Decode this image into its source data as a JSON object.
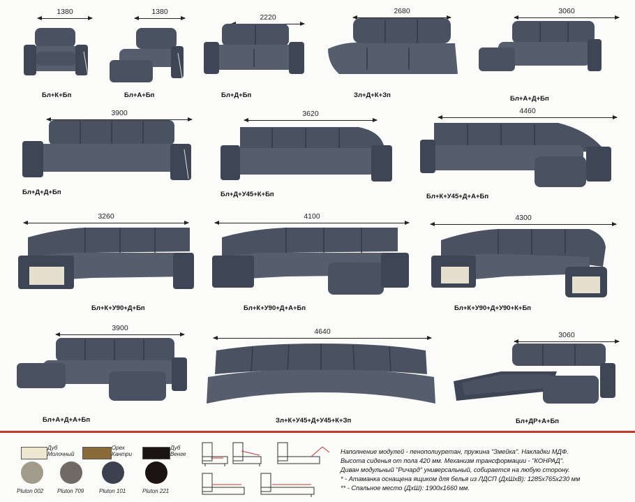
{
  "catalog": {
    "items": [
      {
        "dimension": "1380",
        "code": "Бл+К+Бп"
      },
      {
        "dimension": "1380",
        "code": "Бл+А+Бп"
      },
      {
        "dimension": "2220",
        "code": "Бл+Д+Бп"
      },
      {
        "dimension": "2680",
        "code": "Зл+Д+К+Зп"
      },
      {
        "dimension": "3060",
        "code": "Бл+А+Д+Бп"
      },
      {
        "dimension": "3900",
        "code": "Бл+Д+Д+Бп"
      },
      {
        "dimension": "3620",
        "code": "Бл+Д+У45+К+Бп"
      },
      {
        "dimension": "4460",
        "code": "Бл+К+У45+Д+А+Бп"
      },
      {
        "dimension": "3260",
        "code": "Бл+К+У90+Д+Бп"
      },
      {
        "dimension": "4100",
        "code": "Бл+К+У90+Д+А+Бп"
      },
      {
        "dimension": "4300",
        "code": "Бл+К+У90+Д+У90+К+Бп"
      },
      {
        "dimension": "3900",
        "code": "Бл+А+Д+А+Бп"
      },
      {
        "dimension": "4640",
        "code": "Зл+К+У45+Д+У45+К+Зп"
      },
      {
        "dimension": "3060",
        "code": "Бл+ДР+А+Бп"
      }
    ]
  },
  "materials": {
    "wood": [
      {
        "name": "Дуб\nМолочный",
        "color": "#efe6cf"
      },
      {
        "name": "Орех\nКантри",
        "color": "#8a6a3a"
      },
      {
        "name": "Дуб\nВенге",
        "color": "#1c1412"
      }
    ],
    "fabric": [
      {
        "name": "Pluton 002",
        "color": "#a09b8a"
      },
      {
        "name": "Pluton 709",
        "color": "#6f6a63"
      },
      {
        "name": "Pluton 101",
        "color": "#3c4150"
      },
      {
        "name": "Pluton 221",
        "color": "#1b1314"
      }
    ]
  },
  "notes": [
    "Наполнение модулей - пенополиуретан, пружина \"Змейка\". Накладки МДФ.",
    "Высота сиденья от пола 420 мм. Механизм трансформации - \"КОНРАД\".",
    "Диван модульный \"Ричард\" универсальный, собирается на любую сторону.",
    "* - Атаманка оснащена ящиком для белья из ЛДСП (ДхШхВ): 1285x765x230 мм",
    "** - Спальное место (ДхШ): 1900x1660 мм."
  ],
  "colors": {
    "upholstery": "#4a5262",
    "upholstery_dark": "#343a46",
    "accent_red": "#c0392b"
  }
}
